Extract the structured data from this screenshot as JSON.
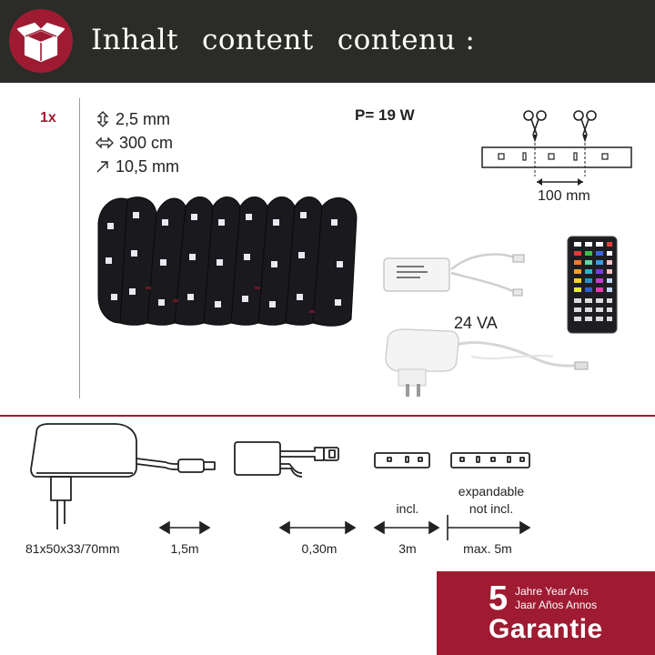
{
  "header": {
    "title_de": "Inhalt",
    "title_en": "content",
    "title_fr": "contenu :"
  },
  "contents": {
    "quantity": "1x",
    "height": "2,5 mm",
    "length": "300 cm",
    "width": "10,5 mm",
    "power": "P= 19 W",
    "transformer_rating": "24 VA",
    "cut_interval": "100 mm"
  },
  "dimensions": {
    "adapter_size": "81x50x33/70mm",
    "adapter_cable": "1,5m",
    "controller_cable": "0,30m",
    "strip_included_label": "incl.",
    "strip_included_length": "3m",
    "expandable_label_1": "expandable",
    "expandable_label_2": "not incl.",
    "expandable_max": "max. 5m"
  },
  "warranty": {
    "years": "5",
    "line1": "Jahre Year Ans",
    "line2": "Jaar Años Annos",
    "label": "Garantie"
  },
  "icons": [
    "box-icon",
    "height-arrow-icon",
    "length-arrow-icon",
    "width-arrow-icon",
    "scissors-icon"
  ],
  "colors": {
    "accent": "#9e1b32",
    "header_bg": "#2b2b27"
  }
}
